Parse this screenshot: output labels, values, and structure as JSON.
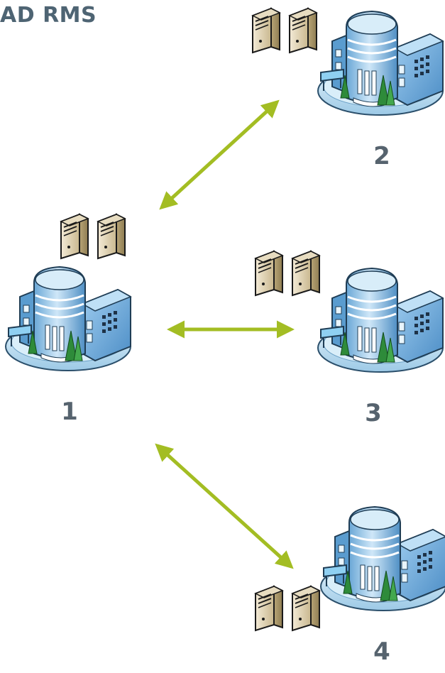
{
  "header": {
    "title": "AD RMS"
  },
  "sites": [
    {
      "label": "1"
    },
    {
      "label": "2"
    },
    {
      "label": "3"
    },
    {
      "label": "4"
    }
  ],
  "colors": {
    "arrow": "#a3bd23",
    "title": "#4e6473",
    "label": "#56636e"
  },
  "icons": [
    "building-icon",
    "server-icon",
    "double-arrow-icon"
  ]
}
